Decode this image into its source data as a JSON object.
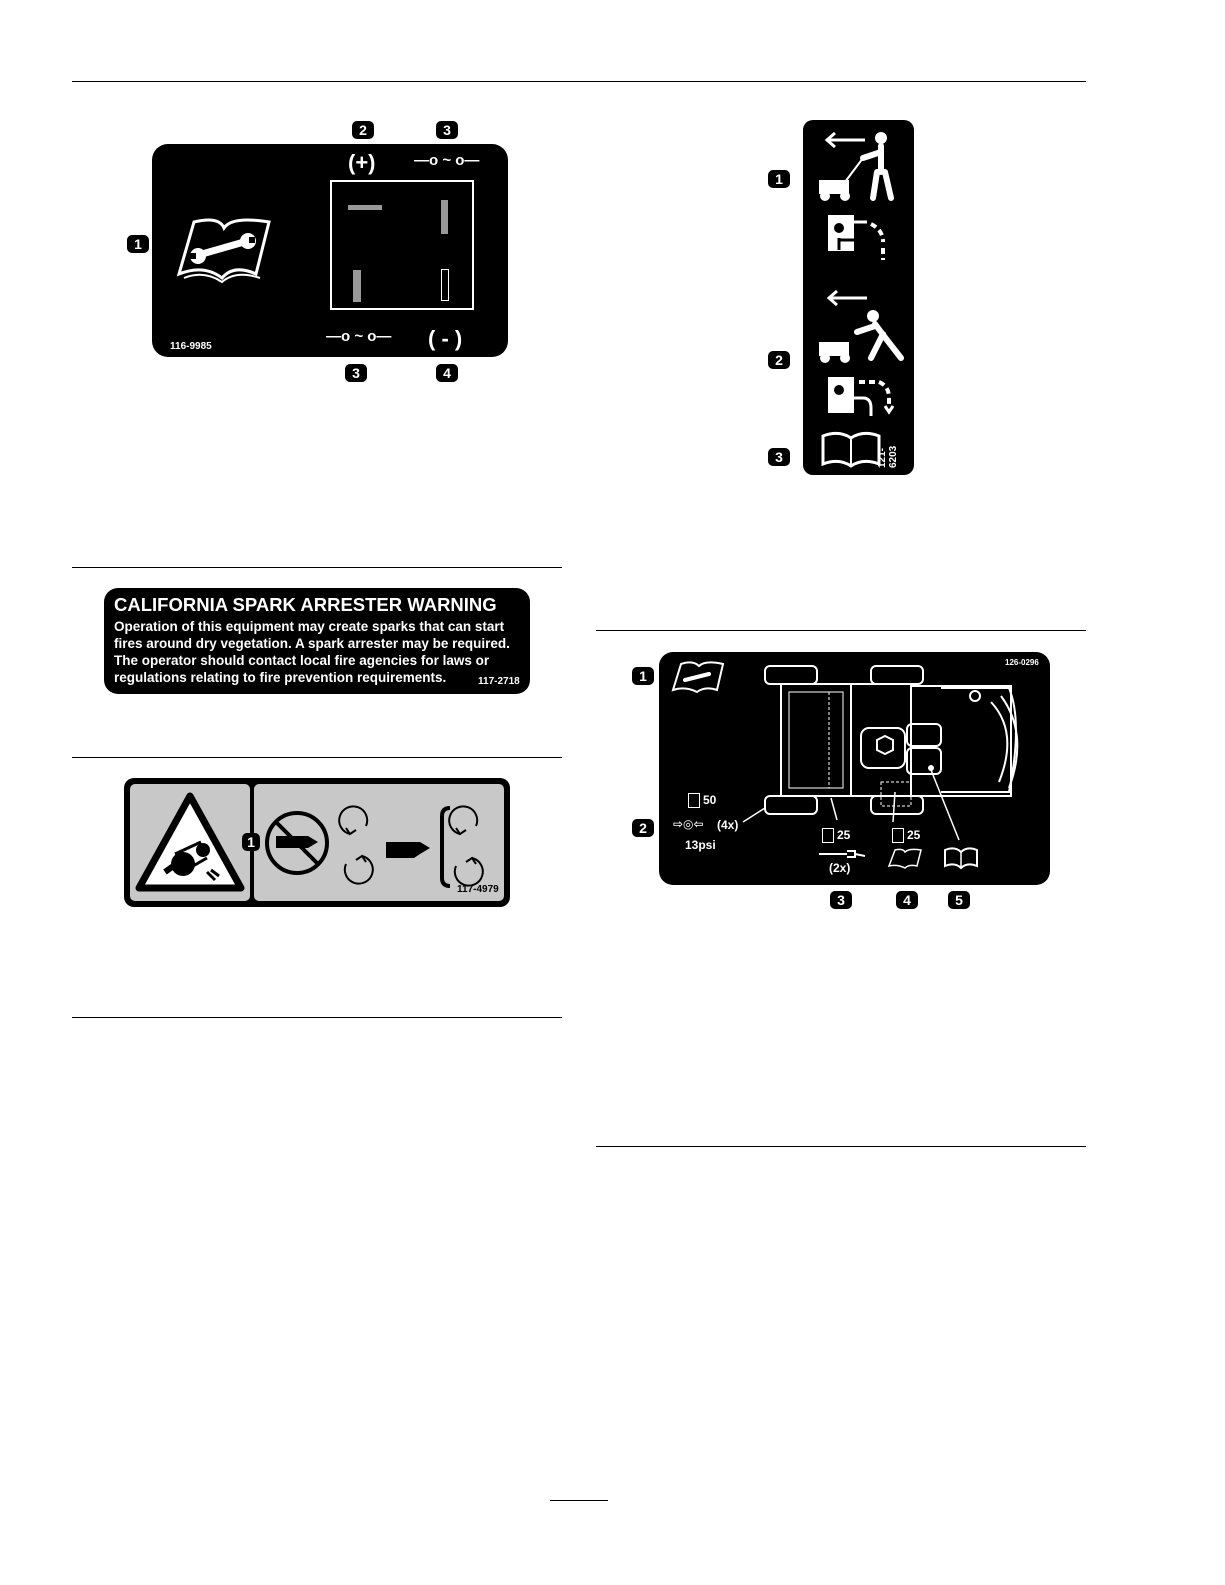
{
  "decal_116_9985": {
    "part_number": "116-9985",
    "plus_label": "(+)",
    "minus_label": "( - )",
    "circuit_label": "—o ~ o—",
    "callouts": [
      "1",
      "2",
      "3",
      "3",
      "4"
    ]
  },
  "decal_121_6203": {
    "part_number": "121-6203",
    "callouts": [
      "1",
      "2",
      "3"
    ]
  },
  "decal_117_2718": {
    "title": "CALIFORNIA SPARK ARRESTER WARNING",
    "lines": [
      "Operation of this equipment may create sparks that can start",
      "fires around dry vegetation. A spark arrester may be required.",
      "The operator should contact local fire agencies for laws or",
      "regulations relating to fire prevention requirements."
    ],
    "part_number": "117-2718"
  },
  "decal_117_4979": {
    "part_number": "117-4979",
    "callout": "1"
  },
  "decal_126_0296": {
    "part_number": "126-0296",
    "interval_50": "50",
    "interval_25a": "25",
    "interval_25b": "25",
    "count_4x": "(4x)",
    "pressure": "13psi",
    "count_2x": "(2x)",
    "callouts": [
      "1",
      "2",
      "3",
      "4",
      "5"
    ]
  }
}
